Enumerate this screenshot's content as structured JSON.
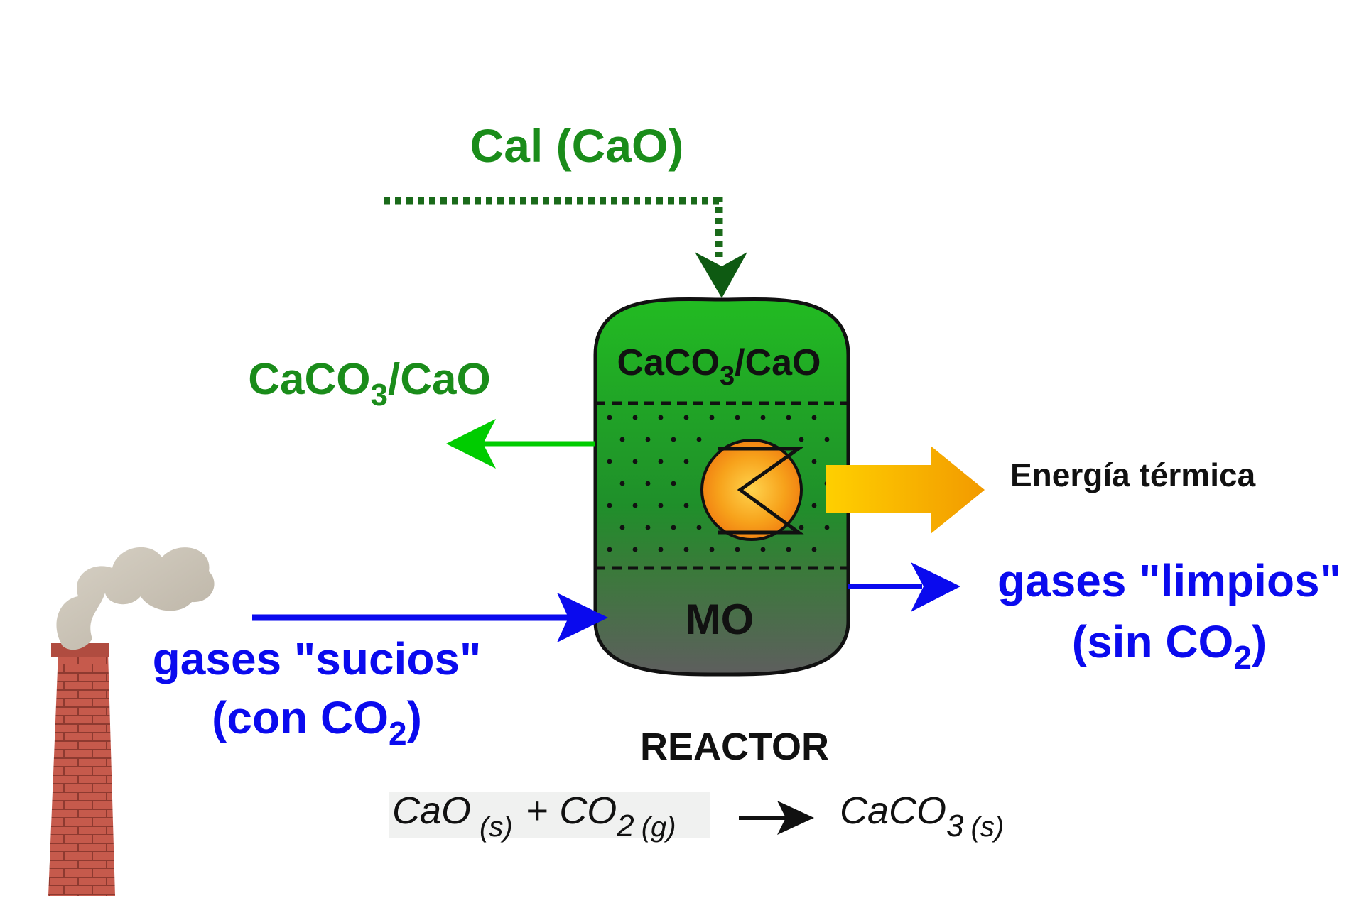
{
  "colors": {
    "green_text": "#1a8c1a",
    "blue": "#0a0aee",
    "dark_green": "#006400",
    "bright_green": "#00cc00",
    "reactor_top": "#1fb51f",
    "reactor_bottom": "#5a5a5a",
    "brick": "#c0584a",
    "energy_arrow": "#f5a800"
  },
  "labels": {
    "lime_input": "Cal (CaO)",
    "solids_out_main": "CaCO",
    "solids_out_sub": "3",
    "solids_out_tail": "/CaO",
    "reactor_top_main": "CaCO",
    "reactor_top_sub": "3",
    "reactor_top_tail": "/CaO",
    "reactor_bottom": "MO",
    "energy": "Energía térmica",
    "clean_gas_line1": "gases \"limpios\"",
    "clean_gas_line2_main": "(sin CO",
    "clean_gas_line2_sub": "2",
    "clean_gas_line2_tail": ")",
    "dirty_gas_line1": "gases \"sucios\"",
    "dirty_gas_line2_main": "(con CO",
    "dirty_gas_line2_sub": "2",
    "dirty_gas_line2_tail": ")",
    "reactor_title": "REACTOR"
  },
  "equation": {
    "r1": "CaO",
    "r1_state": "(s)",
    "plus": "+",
    "r2": "CO",
    "r2_sub": "2",
    "r2_state": "(g)",
    "p1": "CaCO",
    "p1_sub": "3",
    "p1_state": "(s)"
  }
}
